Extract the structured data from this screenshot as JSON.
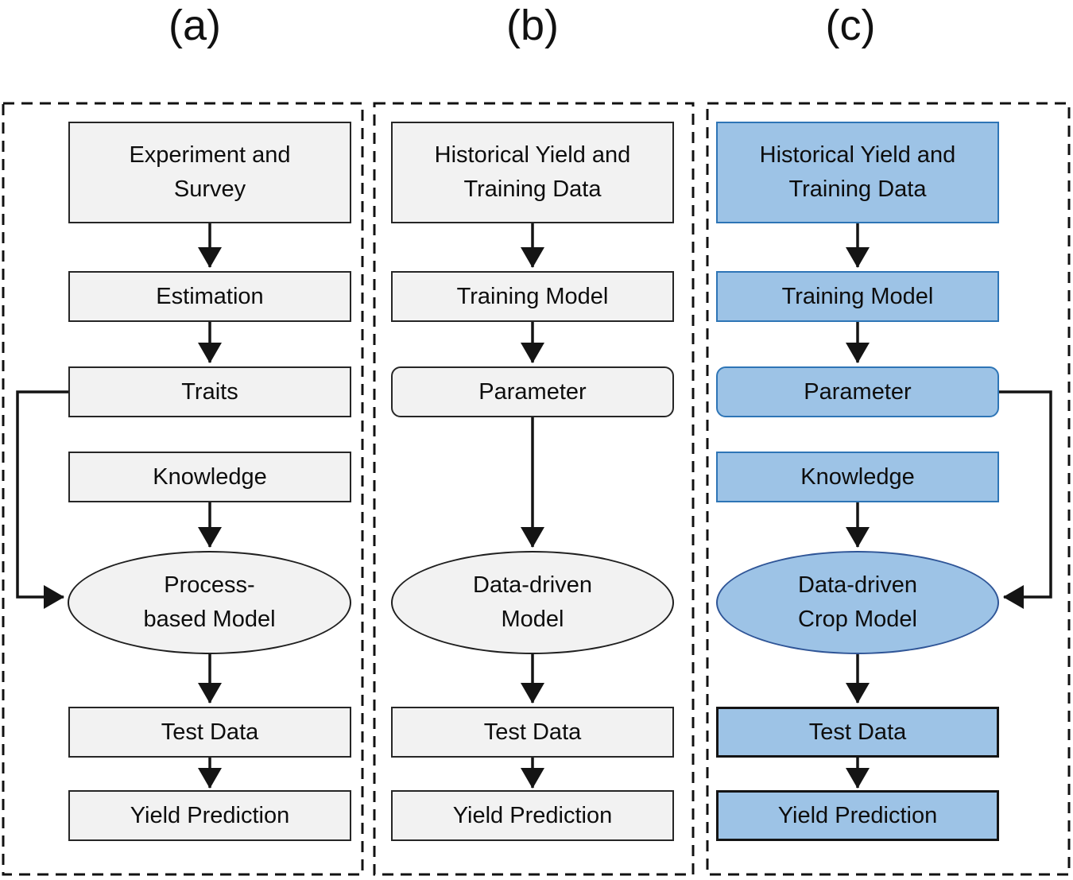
{
  "figure": {
    "type": "flowchart-comparison",
    "colors": {
      "background": "#FFFFFF",
      "gray_node_fill": "#F2F2F2",
      "gray_node_border": "#262626",
      "blue_node_fill": "#9DC3E6",
      "blue_node_border": "#2E75B6",
      "blue_ellipse_border": "#2F5597",
      "black_node_border": "#141414",
      "arrow_color": "#141414",
      "dashed_frame_color": "#111111",
      "text_color": "#0d0d0d"
    },
    "panels": [
      {
        "title": "(a)",
        "style": "gray",
        "nodes": [
          {
            "label": "Experiment and\nSurvey",
            "shape": "rect"
          },
          {
            "label": "Estimation",
            "shape": "rect"
          },
          {
            "label": "Traits",
            "shape": "rect"
          },
          {
            "label": "Knowledge",
            "shape": "rect"
          },
          {
            "label": "Process-\nbased Model",
            "shape": "ellipse"
          },
          {
            "label": "Test Data",
            "shape": "rect"
          },
          {
            "label": "Yield Prediction",
            "shape": "rect"
          }
        ],
        "edges": [
          {
            "from": "Experiment and Survey",
            "to": "Estimation"
          },
          {
            "from": "Estimation",
            "to": "Traits"
          },
          {
            "from": "Knowledge",
            "to": "Process-based Model"
          },
          {
            "from": "Traits",
            "to": "Process-based Model",
            "route": "left-side-bypass"
          },
          {
            "from": "Process-based Model",
            "to": "Test Data"
          },
          {
            "from": "Test Data",
            "to": "Yield Prediction"
          }
        ]
      },
      {
        "title": "(b)",
        "style": "gray",
        "nodes": [
          {
            "label": "Historical Yield and\nTraining Data",
            "shape": "rect"
          },
          {
            "label": "Training Model",
            "shape": "rect"
          },
          {
            "label": "Parameter",
            "shape": "rounded-rect"
          },
          {
            "label": "Data-driven\nModel",
            "shape": "ellipse"
          },
          {
            "label": "Test Data",
            "shape": "rect"
          },
          {
            "label": "Yield Prediction",
            "shape": "rect"
          }
        ],
        "edges": [
          {
            "from": "Historical Yield and Training Data",
            "to": "Training Model"
          },
          {
            "from": "Training Model",
            "to": "Parameter"
          },
          {
            "from": "Parameter",
            "to": "Data-driven Model"
          },
          {
            "from": "Data-driven Model",
            "to": "Test Data"
          },
          {
            "from": "Test Data",
            "to": "Yield Prediction"
          }
        ]
      },
      {
        "title": "(c)",
        "style": "blue",
        "nodes": [
          {
            "label": "Historical Yield and\nTraining Data",
            "shape": "rect"
          },
          {
            "label": "Training Model",
            "shape": "rect"
          },
          {
            "label": "Parameter",
            "shape": "rounded-rect"
          },
          {
            "label": "Knowledge",
            "shape": "rect"
          },
          {
            "label": "Data-driven\nCrop Model",
            "shape": "ellipse"
          },
          {
            "label": "Test Data",
            "shape": "rect"
          },
          {
            "label": "Yield Prediction",
            "shape": "rect"
          }
        ],
        "edges": [
          {
            "from": "Historical Yield and Training Data",
            "to": "Training Model"
          },
          {
            "from": "Training Model",
            "to": "Parameter"
          },
          {
            "from": "Knowledge",
            "to": "Data-driven Crop Model"
          },
          {
            "from": "Parameter",
            "to": "Data-driven Crop Model",
            "route": "right-side-bypass"
          },
          {
            "from": "Data-driven Crop Model",
            "to": "Test Data"
          },
          {
            "from": "Test Data",
            "to": "Yield Prediction"
          }
        ]
      }
    ]
  }
}
